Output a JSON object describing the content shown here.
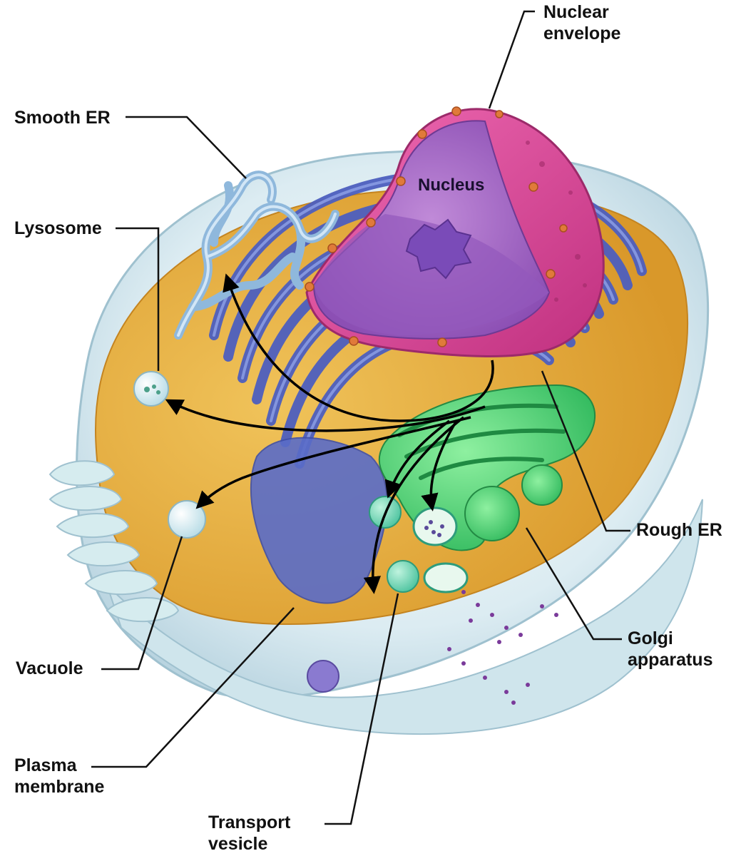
{
  "labels": {
    "nuclear_envelope": [
      "Nuclear",
      "envelope"
    ],
    "nucleus": "Nucleus",
    "smooth_er": "Smooth ER",
    "lysosome": "Lysosome",
    "rough_er": "Rough ER",
    "golgi_apparatus": [
      "Golgi",
      "apparatus"
    ],
    "vacuole": "Vacuole",
    "plasma_membrane": [
      "Plasma",
      "membrane"
    ],
    "transport_vesicle": [
      "Transport",
      "vesicle"
    ]
  },
  "colors": {
    "cytoplasm": "#e8b040",
    "outer_membrane": "#d8ecf0",
    "rough_er": "#5a6cc8",
    "smooth_er": "#8fb8dc",
    "nucleus_interior": "#a66ac8",
    "nuclear_envelope": "#d8449a",
    "golgi": "#5fd278",
    "leader_lines": "#111111",
    "arrows": "#000000"
  }
}
